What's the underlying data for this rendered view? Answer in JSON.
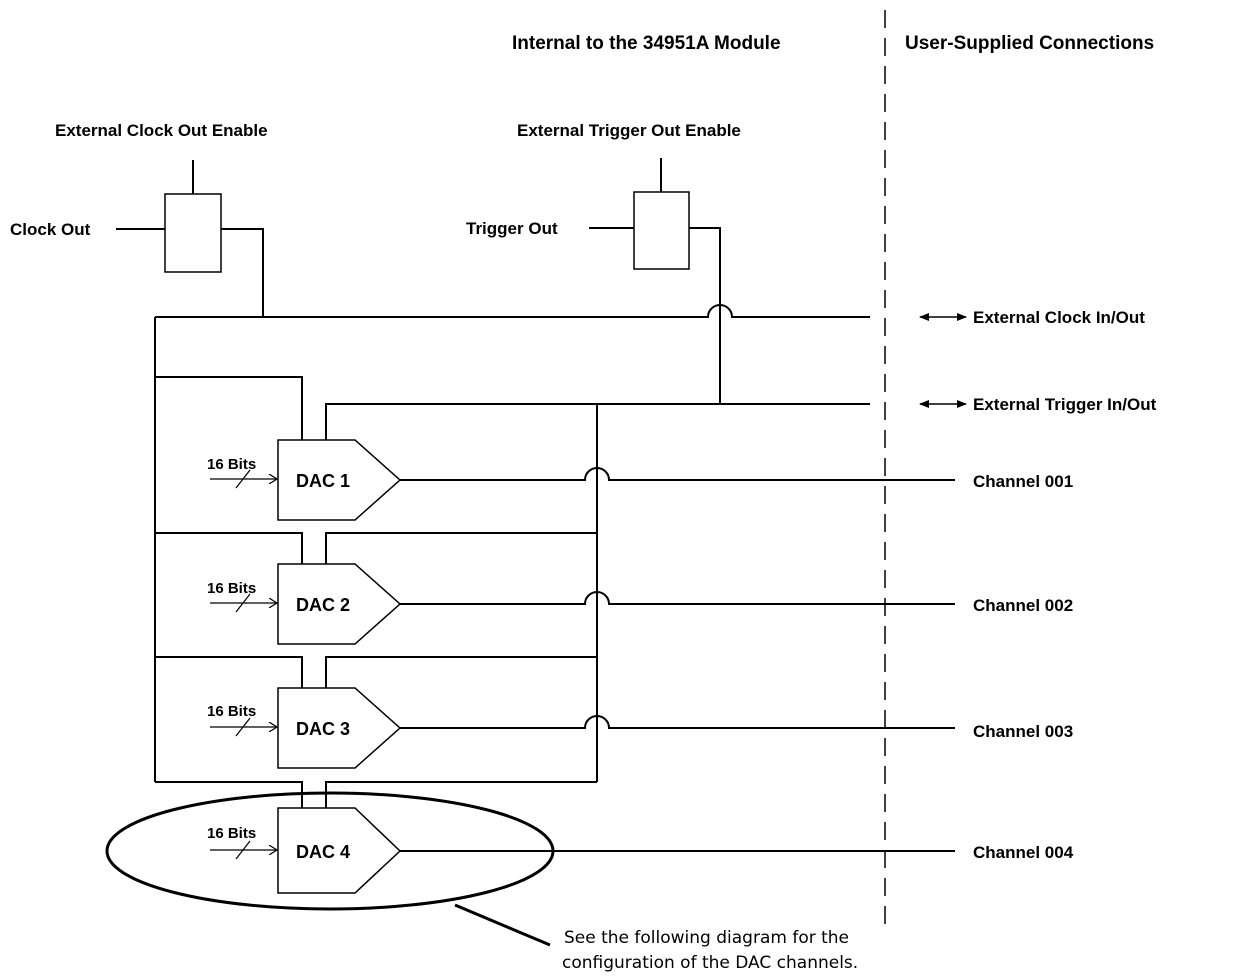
{
  "headers": {
    "internal": "Internal to the 34951A Module",
    "user": "User-Supplied Connections"
  },
  "clock": {
    "enable_label": "External Clock Out Enable",
    "out_label": "Clock Out"
  },
  "trigger": {
    "enable_label": "External Trigger Out  Enable",
    "out_label": "Trigger Out"
  },
  "external": {
    "clock_io": "External Clock In/Out",
    "trigger_io": "External Trigger In/Out"
  },
  "dacs": [
    {
      "label": "DAC 1",
      "bits": "16 Bits",
      "channel": "Channel 001"
    },
    {
      "label": "DAC 2",
      "bits": "16 Bits",
      "channel": "Channel 002"
    },
    {
      "label": "DAC 3",
      "bits": "16 Bits",
      "channel": "Channel 003"
    },
    {
      "label": "DAC 4",
      "bits": "16 Bits",
      "channel": "Channel 004"
    }
  ],
  "note": {
    "line1": "See the following diagram for the",
    "line2": "configuration of the DAC channels."
  }
}
